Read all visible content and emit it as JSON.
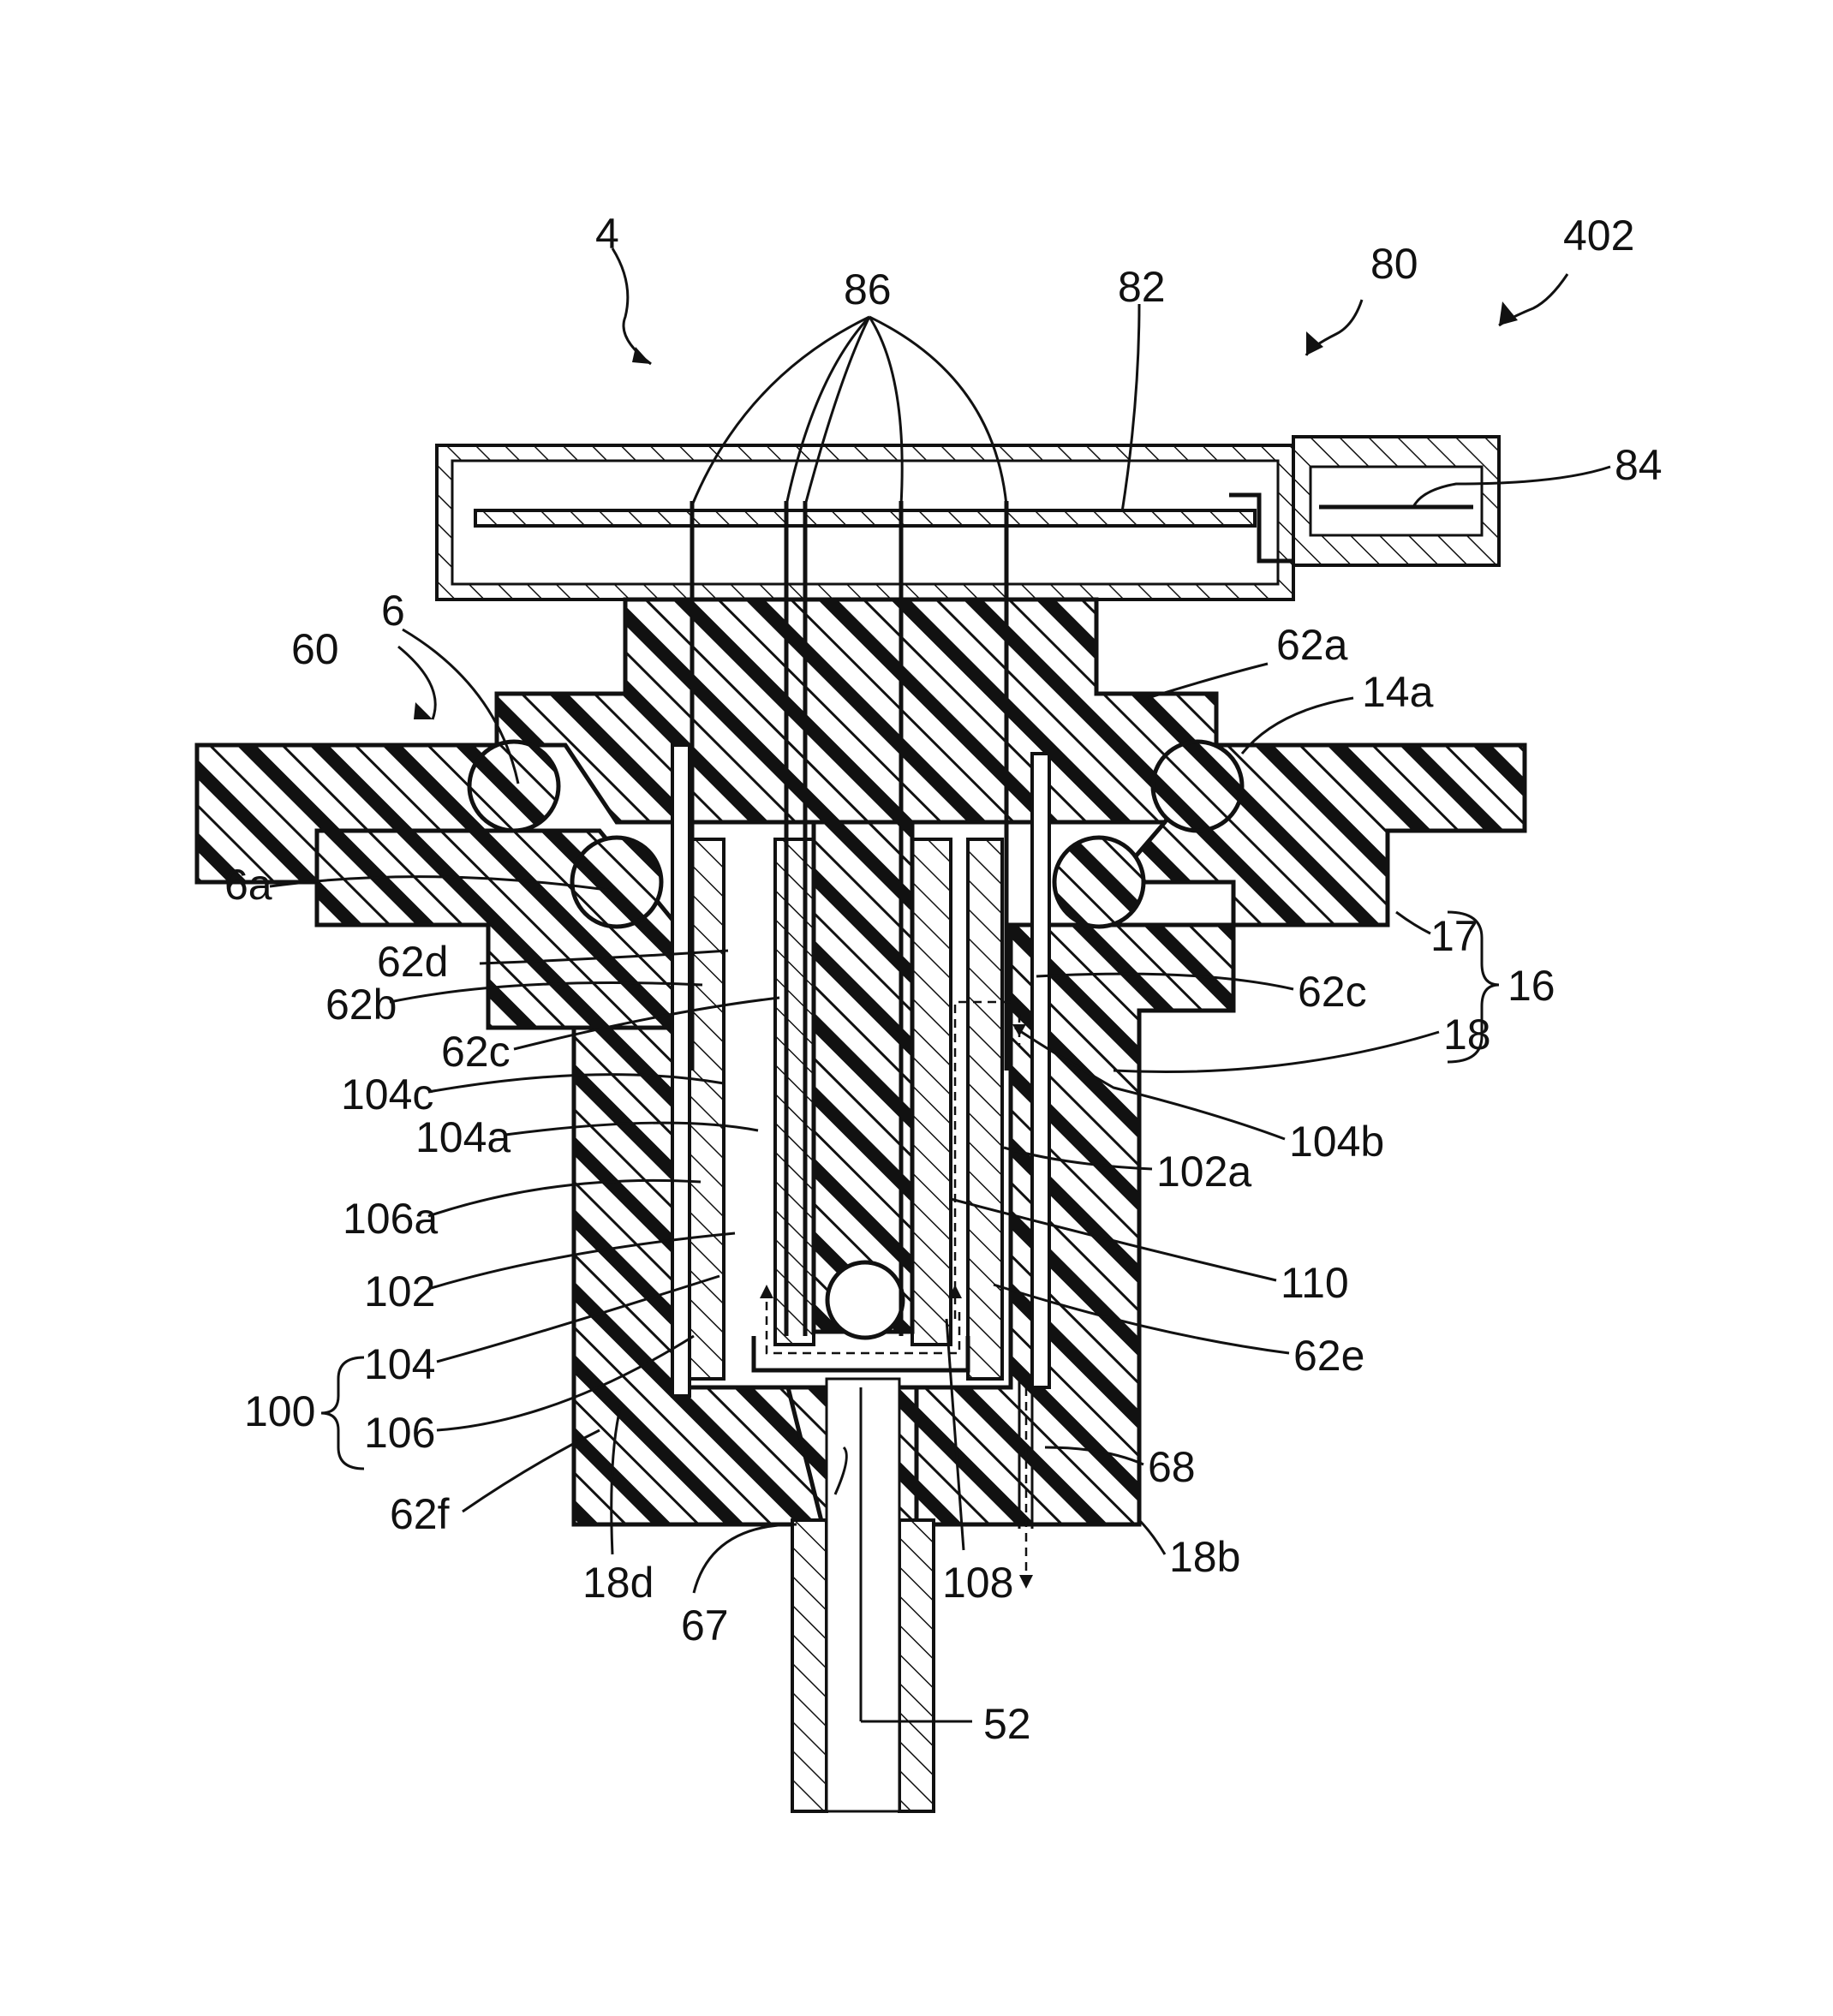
{
  "figure": {
    "labels": [
      {
        "id": "l4",
        "text": "4"
      },
      {
        "id": "l86",
        "text": "86"
      },
      {
        "id": "l82",
        "text": "82"
      },
      {
        "id": "l80",
        "text": "80"
      },
      {
        "id": "l402",
        "text": "402"
      },
      {
        "id": "l84",
        "text": "84"
      },
      {
        "id": "l6",
        "text": "6"
      },
      {
        "id": "l60",
        "text": "60"
      },
      {
        "id": "l62a",
        "text": "62a"
      },
      {
        "id": "l14a",
        "text": "14a"
      },
      {
        "id": "l6a",
        "text": "6a"
      },
      {
        "id": "l17",
        "text": "17"
      },
      {
        "id": "l16",
        "text": "16"
      },
      {
        "id": "l62d",
        "text": "62d"
      },
      {
        "id": "l62c_r",
        "text": "62c"
      },
      {
        "id": "l62b",
        "text": "62b"
      },
      {
        "id": "l62c_l",
        "text": "62c"
      },
      {
        "id": "l18",
        "text": "18"
      },
      {
        "id": "l104c",
        "text": "104c"
      },
      {
        "id": "l104b",
        "text": "104b"
      },
      {
        "id": "l104a",
        "text": "104a"
      },
      {
        "id": "l102a",
        "text": "102a"
      },
      {
        "id": "l106a",
        "text": "106a"
      },
      {
        "id": "l110",
        "text": "110"
      },
      {
        "id": "l102",
        "text": "102"
      },
      {
        "id": "l62e",
        "text": "62e"
      },
      {
        "id": "l104",
        "text": "104"
      },
      {
        "id": "l100",
        "text": "100"
      },
      {
        "id": "l106",
        "text": "106"
      },
      {
        "id": "l68",
        "text": "68"
      },
      {
        "id": "l62f",
        "text": "62f"
      },
      {
        "id": "l18b",
        "text": "18b"
      },
      {
        "id": "l18d",
        "text": "18d"
      },
      {
        "id": "l108",
        "text": "108"
      },
      {
        "id": "l67",
        "text": "67"
      },
      {
        "id": "l52",
        "text": "52"
      }
    ]
  }
}
